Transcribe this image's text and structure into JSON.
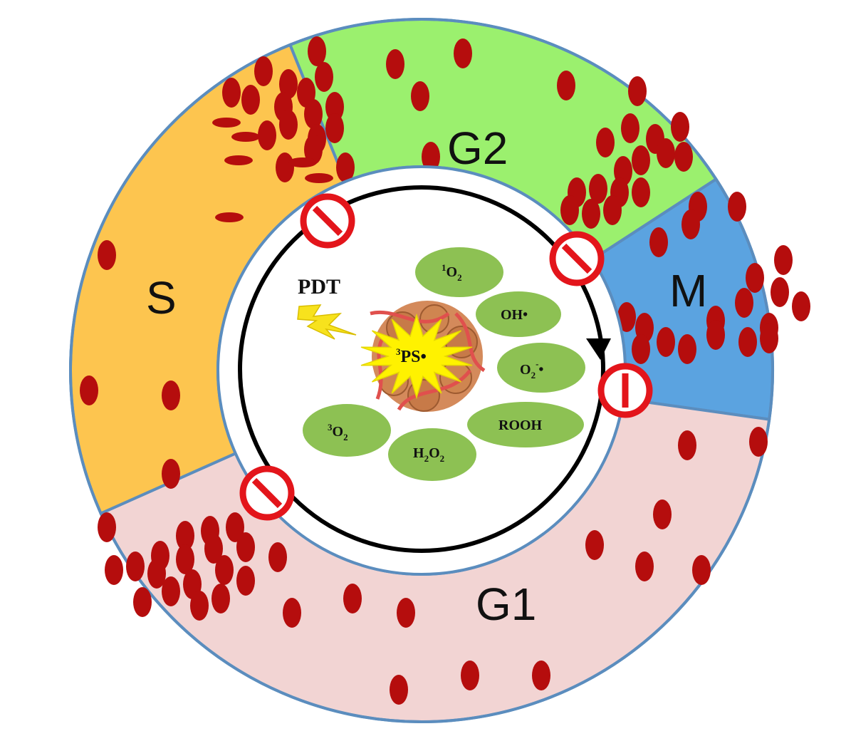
{
  "colors": {
    "s_phase": "#FDC54F",
    "g2_phase": "#9BF06E",
    "m_phase": "#5BA3E0",
    "g1_phase": "#F2D4D3",
    "ring_border": "#5B8DBE",
    "chromosome": "#B50D0D",
    "ros_oval": "#8DC153",
    "blocker": "#E3151B",
    "starburst": "#FFF200",
    "lightning": "#F7E21D",
    "cycle_arrow": "#000000"
  },
  "phases": {
    "s": {
      "label": "S"
    },
    "g2": {
      "label": "G2"
    },
    "m": {
      "label": "M"
    },
    "g1": {
      "label": "G1"
    }
  },
  "center": {
    "pdt_label": "PDT",
    "photosensitizer": {
      "sup": "3",
      "base": "PS",
      "dot": "•"
    }
  },
  "ros_species": [
    {
      "id": "singlet-oxygen",
      "sup": "1",
      "base": "O",
      "sub": "2",
      "tail": ""
    },
    {
      "id": "hydroxyl-radical",
      "sup": "",
      "base": "OH•",
      "sub": "",
      "tail": ""
    },
    {
      "id": "superoxide",
      "sup": "",
      "base": "O",
      "sub": "2",
      "tail": "•",
      "charge": "-"
    },
    {
      "id": "triplet-oxygen",
      "sup": "3",
      "base": "O",
      "sub": "2",
      "tail": ""
    },
    {
      "id": "hydrogen-peroxide",
      "sup": "",
      "base": "H",
      "sub": "2",
      "tail": "O",
      "sub2": "2"
    },
    {
      "id": "hydroperoxide",
      "sup": "",
      "base": "ROOH",
      "sub": "",
      "tail": ""
    }
  ],
  "icons": {
    "blocker": "prohibition-icon",
    "lightning": "lightning-icon",
    "tumor": "tumor-cell-cluster-icon",
    "chromosome": "chromosome-icon",
    "arrow": "cycle-arrow-icon"
  }
}
